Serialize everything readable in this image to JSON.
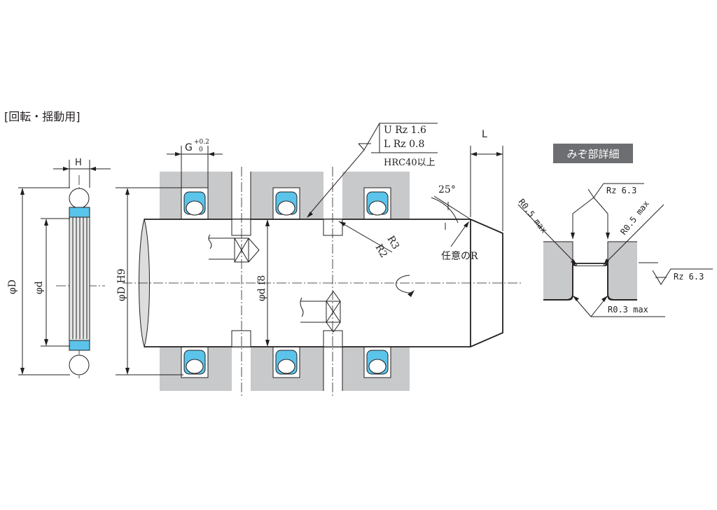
{
  "header": {
    "title": "[回転・揺動用]"
  },
  "seal_section": {
    "width_label": "H",
    "outer_dia_label": "φD",
    "inner_dia_label": "φd"
  },
  "housing": {
    "groove_width_label": "G",
    "groove_tol_upper": "+0.2",
    "groove_tol_lower": "0",
    "bore_label": "φD H9",
    "shaft_label": "φd f8"
  },
  "surface_spec": {
    "line1": "U Rz  1.6",
    "line2": "L Rz  0.8",
    "hardness": "HRC40以上"
  },
  "chamfer": {
    "length_label": "L",
    "angle_label": "25°",
    "radius_r3": "R3",
    "radius_r2": "R2",
    "any_radius": "任意のR"
  },
  "groove_detail": {
    "title": "みぞ部詳細",
    "rz_top": "Rz  6.3",
    "rz_right": "Rz  6.3",
    "r_left": "R0.5 max",
    "r_right": "R0.5 max",
    "r_bottom": "R0.3 max"
  },
  "colors": {
    "seal_blue": "#5bc4ea",
    "housing_gray": "#c8c9ca",
    "title_bg": "#6d6e71"
  }
}
